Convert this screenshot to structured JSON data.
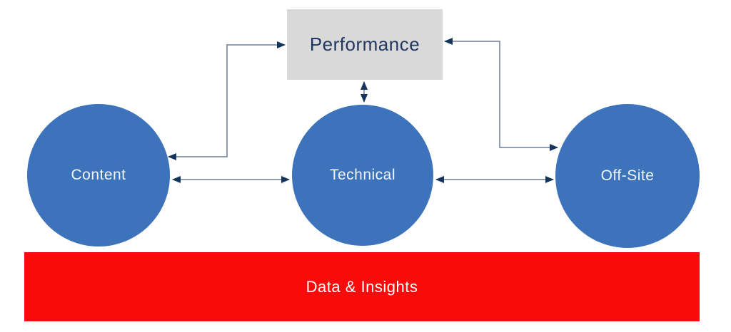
{
  "nodes": {
    "performance": {
      "label": "Performance"
    },
    "content": {
      "label": "Content"
    },
    "technical": {
      "label": "Technical"
    },
    "offsite": {
      "label": "Off-Site"
    },
    "data_insights": {
      "label": "Data & Insights"
    }
  },
  "edges": [
    {
      "from": "content",
      "to": "performance",
      "style": "elbow",
      "bidirectional": true
    },
    {
      "from": "performance",
      "to": "offsite",
      "style": "elbow",
      "bidirectional": true
    },
    {
      "from": "performance",
      "to": "technical",
      "style": "straight",
      "bidirectional": true
    },
    {
      "from": "content",
      "to": "technical",
      "style": "straight",
      "bidirectional": true
    },
    {
      "from": "technical",
      "to": "offsite",
      "style": "straight",
      "bidirectional": true
    }
  ],
  "colors": {
    "background": "#FFFFFF",
    "circle_blue": "#3D73BB",
    "box_gray": "#D9D9D9",
    "bar_red": "#FA0B0B",
    "label_navy": "#1F3864",
    "circle_text": "#F2F6FC",
    "bar_text": "#FFFFFF",
    "connector_line": "#6B7C99",
    "arrowhead": "#14365C"
  }
}
